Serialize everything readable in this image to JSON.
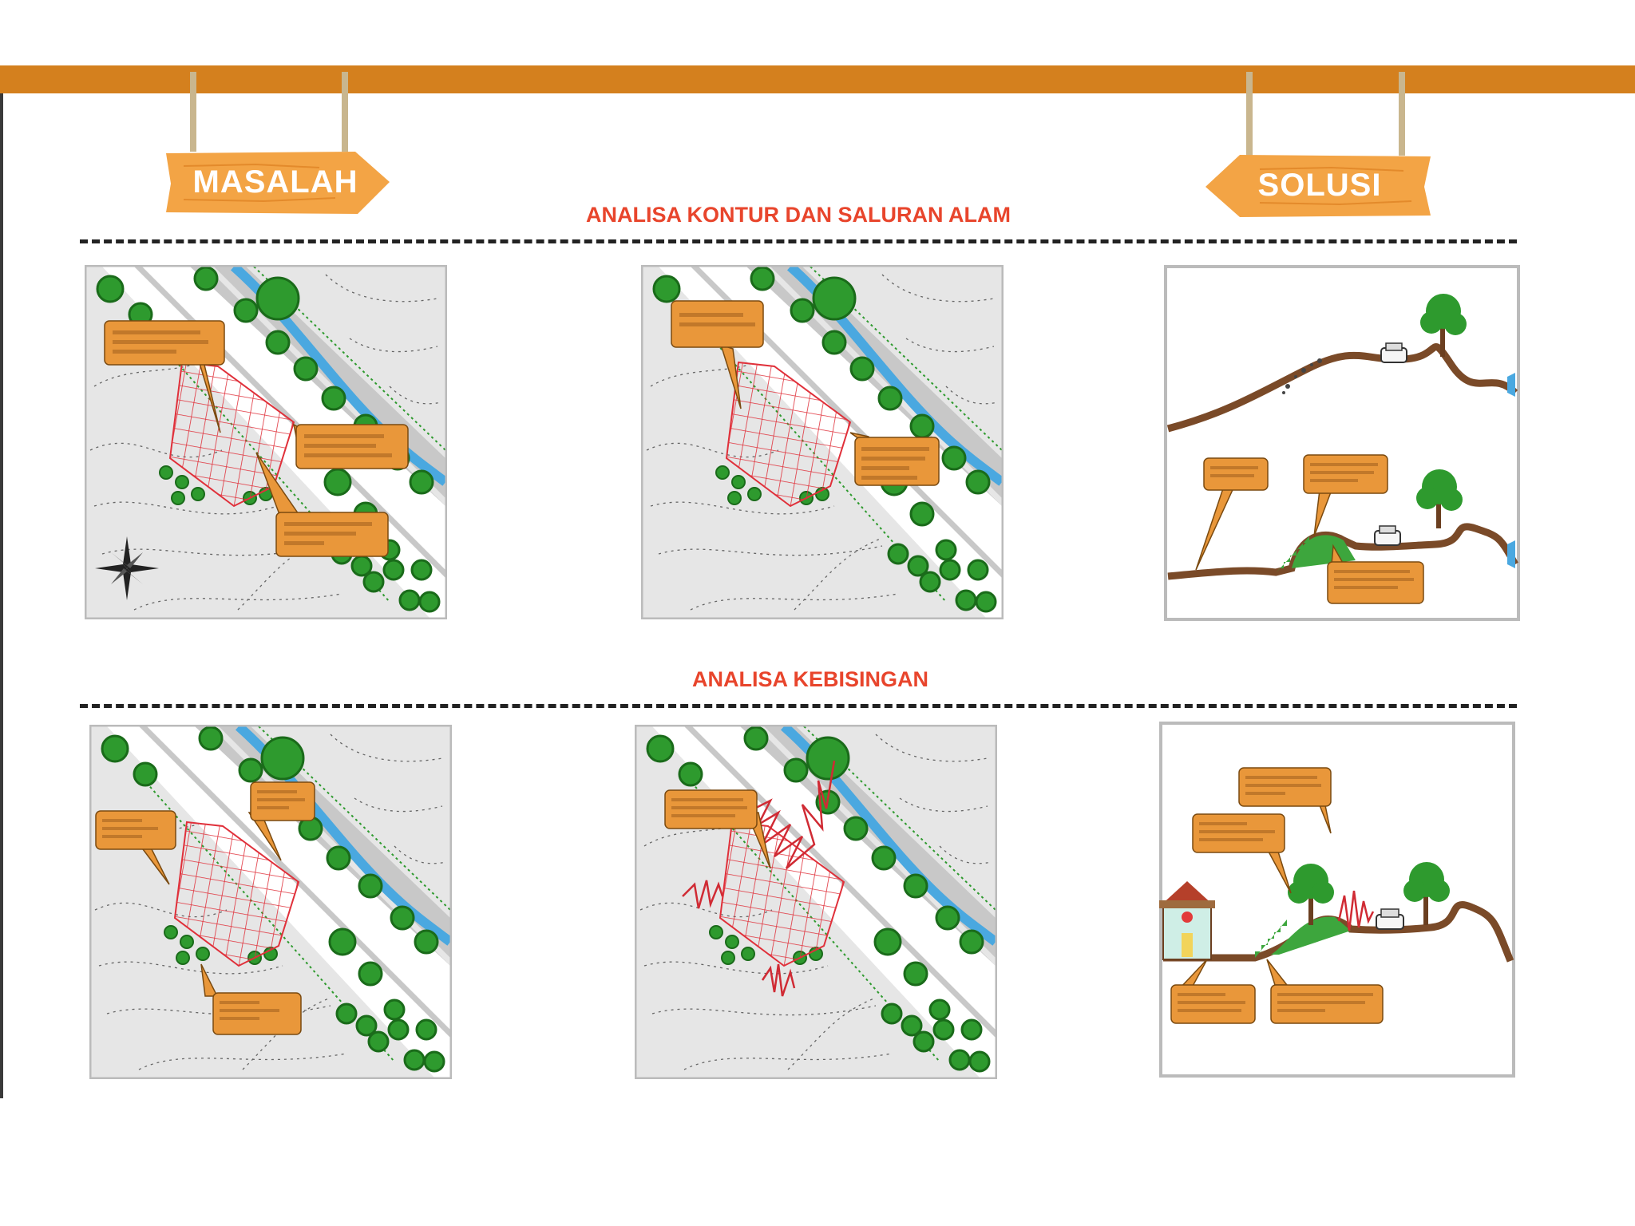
{
  "signs": {
    "left": "MASALAH",
    "right": "SOLUSI"
  },
  "sections": [
    {
      "title": "ANALISA KONTUR DAN SALURAN ALAM"
    },
    {
      "title": "ANALISA KEBISINGAN"
    }
  ],
  "colors": {
    "banner": "#d4801e",
    "sign": "#f3a445",
    "title": "#e8452c",
    "callout": "#e9973a",
    "grid": "#e0303a",
    "tree": "#2e9a2e",
    "river": "#4aa8e0",
    "ground": "#7a4a28"
  },
  "icons": [
    "compass-rose-icon",
    "car-icon",
    "tree-icon",
    "house-icon",
    "noise-wave-icon"
  ]
}
